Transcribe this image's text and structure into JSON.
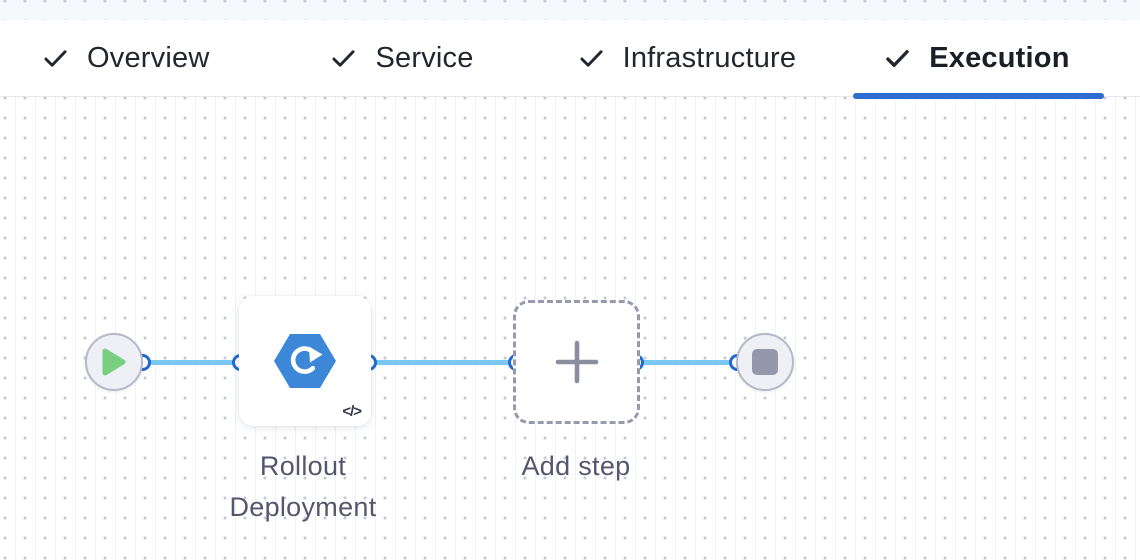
{
  "tabs": {
    "items": [
      {
        "label": "Overview",
        "state": "completed",
        "icon": "check-icon"
      },
      {
        "label": "Service",
        "state": "completed",
        "icon": "check-icon"
      },
      {
        "label": "Infrastructure",
        "state": "completed",
        "icon": "check-icon"
      },
      {
        "label": "Execution",
        "state": "completed-active",
        "icon": "check-icon"
      }
    ]
  },
  "canvas": {
    "steps": [
      {
        "type": "start",
        "icon": "play-icon"
      },
      {
        "type": "step",
        "label": "Rollout Deployment",
        "icon": "rollout-hexagon-icon",
        "badge": "</>"
      },
      {
        "type": "add-step",
        "label": "Add step",
        "icon": "plus-icon"
      },
      {
        "type": "end",
        "icon": "stop-icon"
      }
    ]
  },
  "colors": {
    "accent_blue": "#2e6bd3",
    "connector_blue": "#7bc8f4",
    "anchor_border_blue": "#1f6ad1",
    "play_green": "#79cf80",
    "hexagon_blue": "#3d87d8",
    "node_gray": "#9597ab",
    "label_gray": "#55566d",
    "tab_text": "#24262f"
  }
}
